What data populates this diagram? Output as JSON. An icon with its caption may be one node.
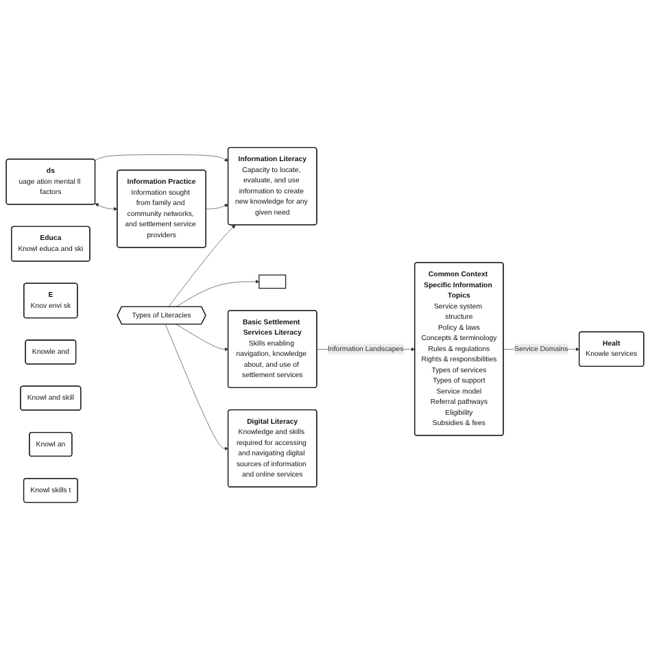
{
  "diagram": {
    "nodes": [
      {
        "text": [
          "ds",
          "uage ation mental ll factors"
        ]
      },
      {
        "text": [
          "Information Practice",
          "Information sought from family and community networks, and settlement service providers"
        ]
      },
      {
        "text": [
          "Information Literacy",
          "Capacity to locate, evaluate, and use information to create new knowledge for any given need"
        ]
      },
      {
        "text": [],
        "shape": "box"
      },
      {
        "text": [
          "Types of Literacies"
        ]
      },
      {
        "text": [
          "Basic Settlement Services Literacy",
          "Skills enabling navigation, knowledge about, and use of settlement services"
        ]
      },
      {
        "text": [
          "Digital Literacy",
          "Knowledge and skills required for accessing and navigating digital sources of information and online services"
        ]
      },
      {
        "text": [
          "Common Context Specific Information Topics",
          "Service system structure",
          "Policy & laws",
          "Concepts & terminology",
          "Rules & regulations",
          "Rights & responsibilities",
          "Types of services",
          "Types of support",
          "Service model",
          "Referral pathways",
          "Eligibility",
          "Subsidies & fees"
        ]
      },
      {
        "text": [
          "Educa",
          "Knowl educa and ski"
        ]
      },
      {
        "text": [
          "E",
          "Knov envi sk"
        ]
      },
      {
        "text": [
          "Knowle and"
        ]
      },
      {
        "text": [
          "Healt",
          "Knowle services"
        ]
      },
      {
        "text": [
          "Knowl and skill"
        ]
      },
      {
        "text": [
          "Knowl an"
        ]
      },
      {
        "text": [
          "Knowl skills t"
        ]
      }
    ],
    "edges": [
      {
        "from": 0,
        "to": 1,
        "arrow": "both"
      },
      {
        "from": 0,
        "to": 2,
        "arrow": "to"
      },
      {
        "from": 1,
        "to": 2,
        "arrow": "to"
      },
      {
        "from": 4,
        "to": 2,
        "arrow": "to"
      },
      {
        "from": 4,
        "to": 3,
        "arrow": "to"
      },
      {
        "from": 4,
        "to": 5,
        "arrow": "to"
      },
      {
        "from": 4,
        "to": 6,
        "arrow": "to"
      },
      {
        "from": 5,
        "to": 7,
        "arrow": "to",
        "label": "Information Landscapes"
      },
      {
        "from": 7,
        "to": 11,
        "arrow": "to",
        "label": "Service Domains"
      }
    ]
  }
}
